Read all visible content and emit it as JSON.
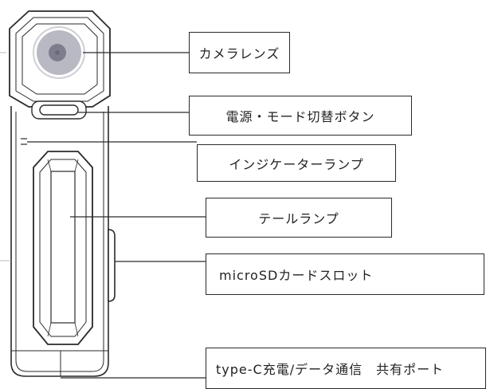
{
  "callouts": {
    "camera_lens": "カメラレンズ",
    "power_mode_button": "電源・モード切替ボタン",
    "indicator_lamp": "インジケーターランプ",
    "tail_lamp": "テールランプ",
    "microsd_slot": "microSDカードスロット",
    "typec_port": "type-C充電/データ通信　共有ポート"
  },
  "colors": {
    "outline": "#2a2a2a",
    "lens_ring": "#b9b9c4",
    "lens_center": "#7d7d8d",
    "body_fill": "#ffffff"
  }
}
